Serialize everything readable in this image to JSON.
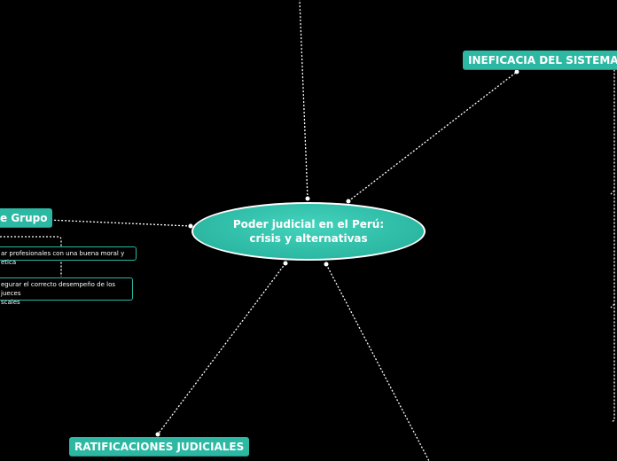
{
  "central": {
    "line1": "Poder judicial en el Perú:",
    "line2": "crisis y alternativas"
  },
  "topics": {
    "ineficacia": "INEFICACIA DEL SISTEMA",
    "grupo": "e Grupo",
    "ratificaciones": "RATIFICACIONES JUDICIALES"
  },
  "subtopics": {
    "moral": "ar profesionales con una buena moral y etica",
    "desempeno_1": "egurar el correcto desempeño de los jueces",
    "desempeno_2": "scales"
  },
  "colors": {
    "accent": "#2cb8a2",
    "background": "#000000",
    "connector": "#ffffff"
  }
}
